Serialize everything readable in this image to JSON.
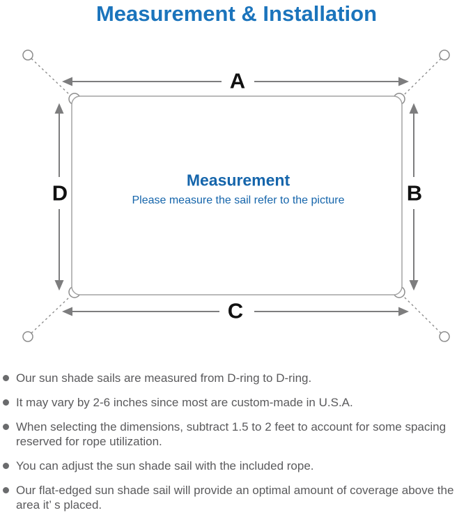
{
  "title": "Measurement & Installation",
  "diagram": {
    "labels": {
      "top": "A",
      "right": "B",
      "bottom": "C",
      "left": "D"
    },
    "center_title": "Measurement",
    "center_subtitle": "Please measure the sail refer to the picture"
  },
  "colors": {
    "title_blue": "#1b74bc",
    "center_blue": "#1565ab",
    "arrow_gray": "#7d7d7e",
    "outline_gray": "#8c8c8c",
    "sail_border_gray": "#a3a3a3",
    "body_text_gray": "#5a5a5c"
  },
  "bullets": [
    {
      "text": "Our sun shade sails are measured from D-ring to D-ring."
    },
    {
      "text": "It may vary by 2-6 inches since most are custom-made in U.S.A."
    },
    {
      "text": "When selecting the dimensions, subtract 1.5 to 2 feet to account for some spacing reserved for rope utilization."
    },
    {
      "text": "You can adjust the sun shade sail with the included rope."
    },
    {
      "text": "Our flat-edged sun shade sail will provide an optimal amount of coverage above the area it’ s placed."
    }
  ]
}
